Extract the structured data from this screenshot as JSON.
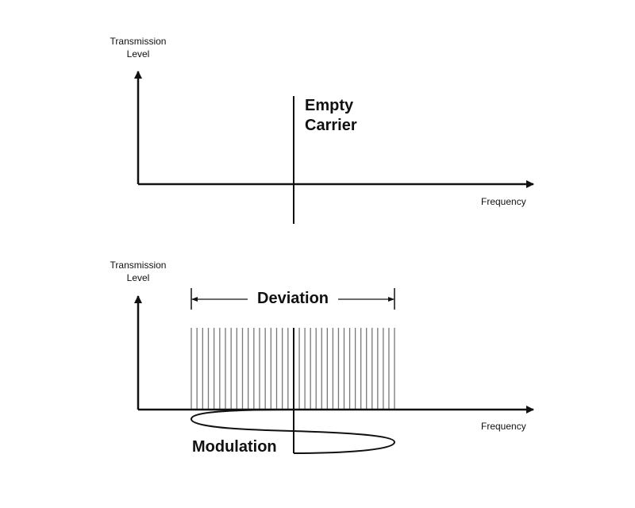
{
  "top_diagram": {
    "y_axis_label_line1": "Transmission",
    "y_axis_label_line2": "Level",
    "x_axis_label": "Frequency",
    "carrier_label_line1": "Empty",
    "carrier_label_line2": "Carrier"
  },
  "bottom_diagram": {
    "y_axis_label_line1": "Transmission",
    "y_axis_label_line2": "Level",
    "x_axis_label": "Frequency",
    "deviation_label": "Deviation",
    "modulation_label": "Modulation",
    "sideband_line_count": 36
  }
}
